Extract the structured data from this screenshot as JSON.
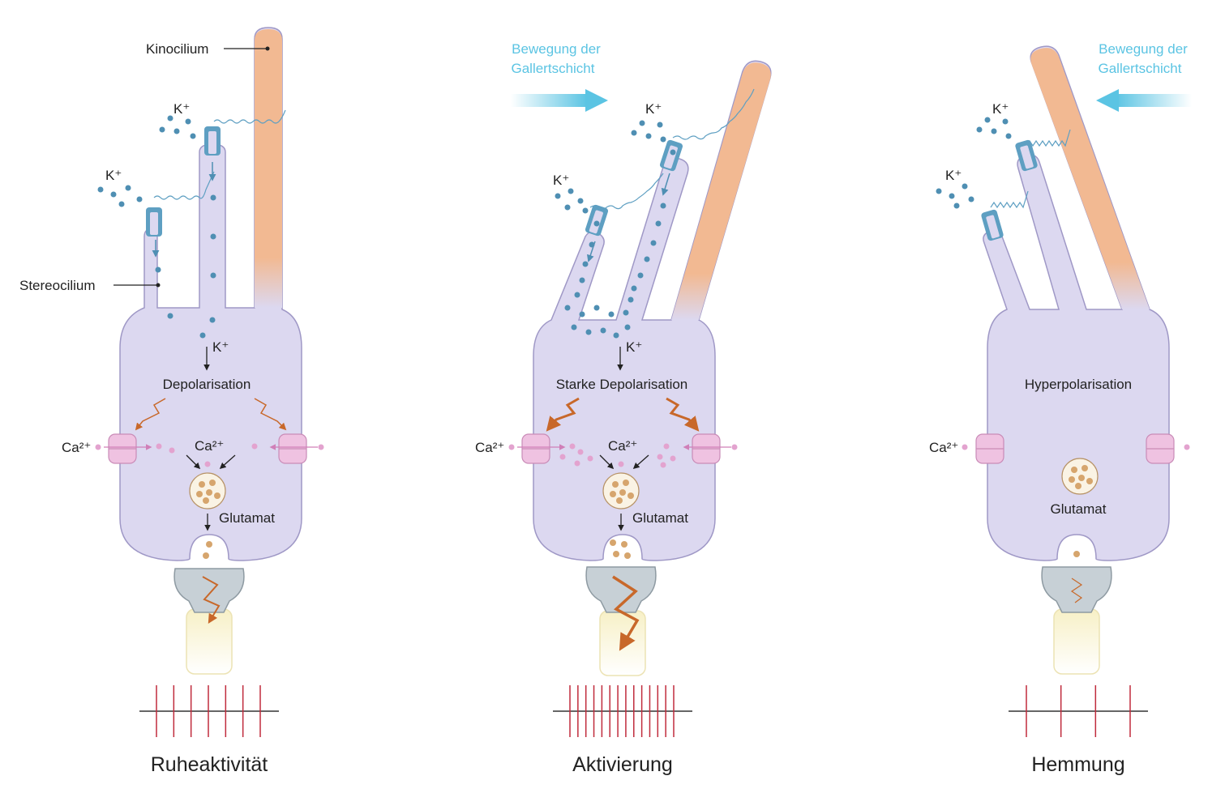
{
  "labels": {
    "kinocilium": "Kinocilium",
    "stereocilium": "Stereocilium",
    "potassium": "K⁺",
    "calcium": "Ca²⁺",
    "glutamate": "Glutamat",
    "movement_line1": "Bewegung der",
    "movement_line2": "Gallertschicht"
  },
  "panels": [
    {
      "state": "Depolarisation",
      "caption": "Ruheaktivität",
      "spike_count": 7
    },
    {
      "state": "Starke Depolarisation",
      "caption": "Aktivierung",
      "spike_count": 14
    },
    {
      "state": "Hyperpolarisation",
      "caption": "Hemmung",
      "spike_count": 4
    }
  ],
  "colors": {
    "cell_body": "#dcd8f0",
    "cell_outline": "#9f98c6",
    "kinocilium": "#f2b992",
    "channel": "#5e9fc2",
    "potassium_dot": "#4f8fb3",
    "calcium_dot": "#e3a3cf",
    "ca_channel": "#efc2e1",
    "vesicle": "#d6a56d",
    "synapse": "#c7d0d6",
    "nerve": "#f7f0c6",
    "signal": "#c8682a",
    "spike": "#c02b3c",
    "movement_arrow": "#5bc4e3"
  }
}
